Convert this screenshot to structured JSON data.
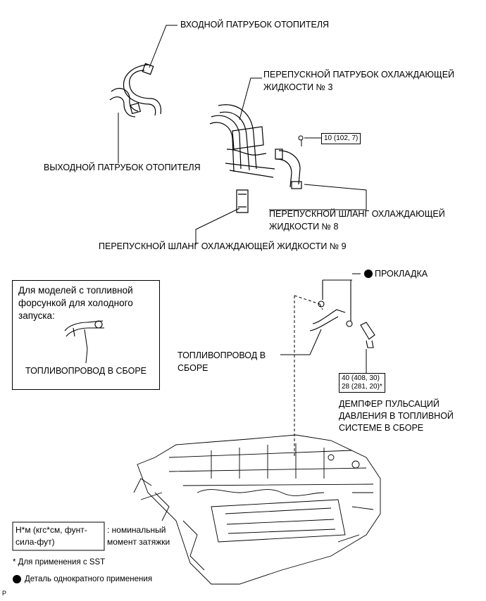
{
  "labels": {
    "heater_inlet": "ВХОДНОЙ ПАТРУБОК ОТОПИТЕЛЯ",
    "bypass_pipe_3_l1": "ПЕРЕПУСКНОЙ ПАТРУБОК ОХЛАЖДАЮЩЕЙ",
    "bypass_pipe_3_l2": "ЖИДКОСТИ № 3",
    "torque_10": "10 (102, 7)",
    "heater_outlet": "ВЫХОДНОЙ ПАТРУБОК ОТОПИТЕЛЯ",
    "bypass_hose_8_l1": "ПЕРЕПУСКНОЙ ШЛАНГ ОХЛАЖДАЮЩЕЙ",
    "bypass_hose_8_l2": "ЖИДКОСТИ № 8",
    "bypass_hose_9": "ПЕРЕПУСКНОЙ ШЛАНГ ОХЛАЖДАЮЩЕЙ ЖИДКОСТИ № 9",
    "gasket": "ПРОКЛАДКА",
    "fuel_pipe_l1": "ТОПЛИВОПРОВОД В",
    "fuel_pipe_l2": "СБОРЕ",
    "torque_40": "40 (408, 30)",
    "torque_28": "28 (281, 20)*",
    "damper_l1": "ДЕМПФЕР ПУЛЬСАЦИЙ",
    "damper_l2": "ДАВЛЕНИЯ В ТОПЛИВНОЙ",
    "damper_l3": "СИСТЕМЕ В СБОРЕ"
  },
  "inset": {
    "l1": "Для моделей с топливной",
    "l2": "форсункой для холодного",
    "l3": "запуска:",
    "caption": "ТОПЛИВОПРОВОД В СБОРЕ"
  },
  "legend": {
    "unit_l1": "Н*м (кгс*см, фунт-",
    "unit_l2": "сила-фут)",
    "unit_desc_l1": ": номинальный",
    "unit_desc_l2": "момент затяжки",
    "sst_note": "* Для применения с SST",
    "one_time": "Деталь однократного применения"
  },
  "corner_mark": "P",
  "icons": [
    "gasket-dot-icon",
    "one-time-dot-icon"
  ]
}
